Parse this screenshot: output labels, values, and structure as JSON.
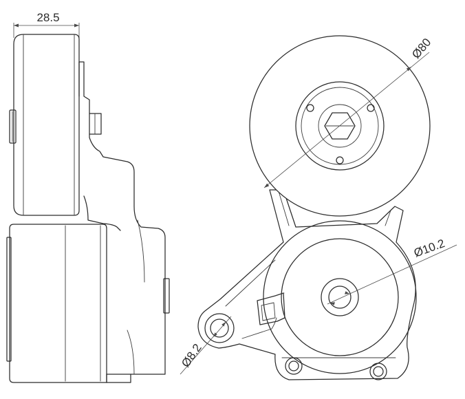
{
  "dimensions": {
    "width_label": "28.5",
    "pulley_diameter_label": "Ø80",
    "bore_diameter_label": "Ø10.2",
    "mount_hole_diameter_label": "Ø8.2"
  },
  "colors": {
    "line": "#2b2b2b",
    "background": "#ffffff"
  }
}
